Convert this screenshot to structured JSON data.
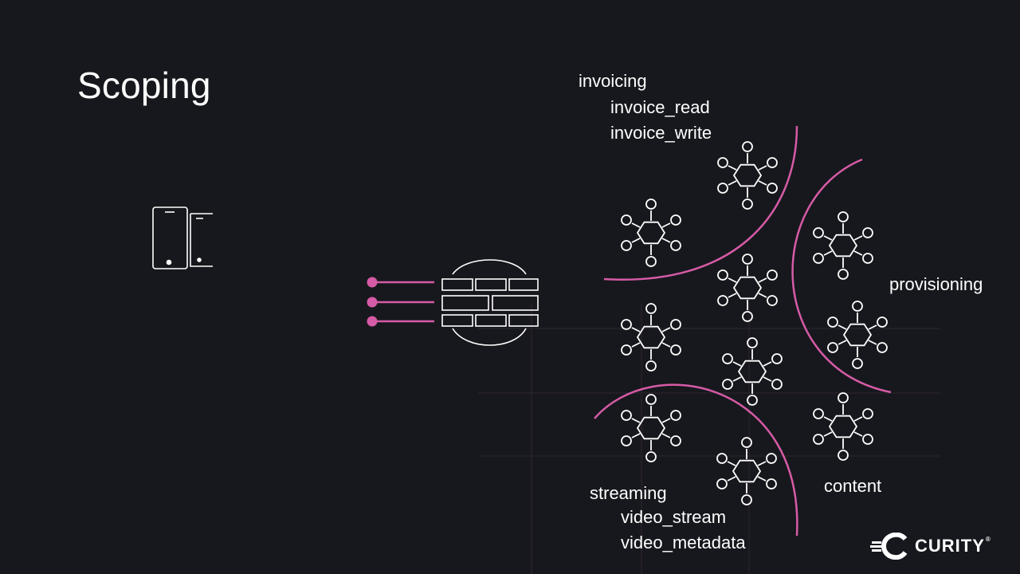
{
  "slide": {
    "title": "Scoping"
  },
  "groups": {
    "invoicing": {
      "name": "invoicing",
      "scopes": [
        "invoice_read",
        "invoice_write"
      ]
    },
    "provisioning": {
      "name": "provisioning"
    },
    "content": {
      "name": "content"
    },
    "streaming": {
      "name": "streaming",
      "scopes": [
        "video_stream",
        "video_metadata"
      ]
    }
  },
  "icons": {
    "client": "mobile-devices-icon",
    "gateway": "firewall-icon",
    "service": "microservice-icon"
  },
  "colors": {
    "background": "#17181d",
    "accent": "#d65ba6",
    "line": "#ffffff",
    "grid": "#3a2a35"
  },
  "brand": {
    "name": "CURITY",
    "registered": "®"
  }
}
